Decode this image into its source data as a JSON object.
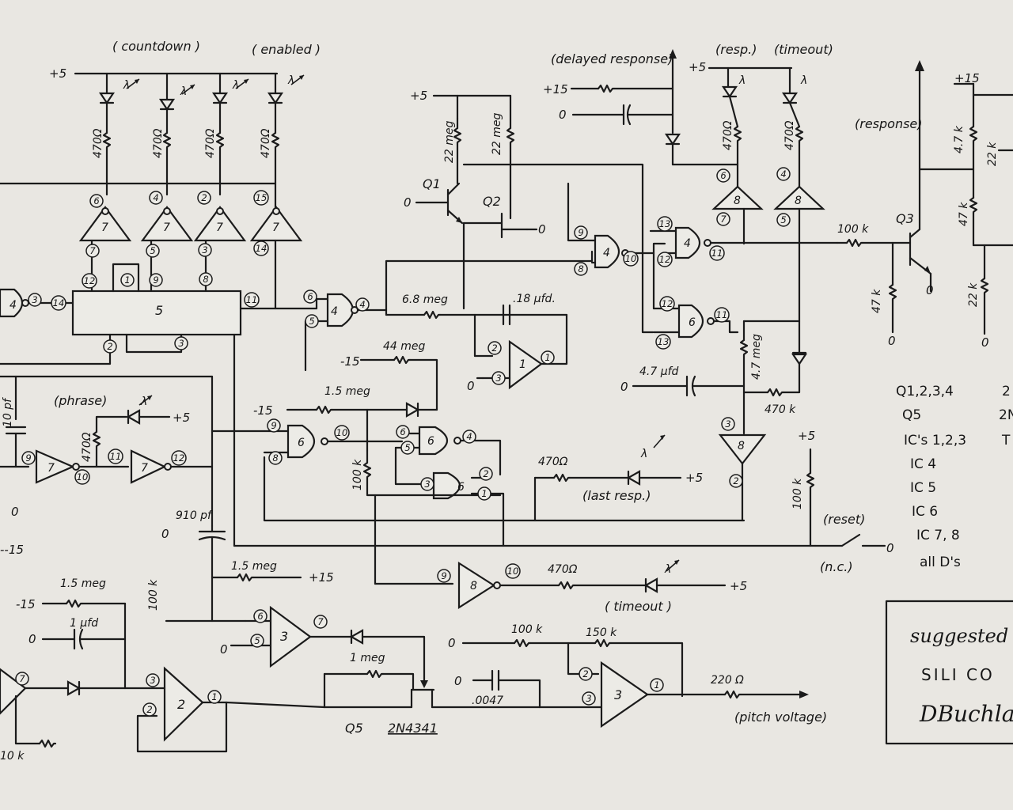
{
  "title_block": {
    "line1": "suggested",
    "line2": "SILI CO",
    "signature": "DBuchla"
  },
  "section_labels": {
    "countdown": "( countdown )",
    "enabled": "( enabled )",
    "phrase": "(phrase)",
    "delayed_response": "(delayed response)",
    "resp": "(resp.)",
    "timeout_top": "(timeout)",
    "response": "(response)",
    "last_resp": "(last resp.)",
    "timeout_bottom": "( timeout )",
    "reset": "(reset)",
    "normally_closed": "(n.c.)",
    "pitch_voltage": "(pitch voltage)"
  },
  "rails": {
    "p5": "+5",
    "p15": "+15",
    "m15": "-15",
    "dash15": "--15",
    "zero": "0"
  },
  "components": {
    "r470": "470Ω",
    "r22meg": "22 meg",
    "r6_8meg": "6.8 meg",
    "c18": ".18 μfd.",
    "r44meg": "44 meg",
    "r1_5meg": "1.5 meg",
    "r100k": "100 k",
    "c4_7": "4.7 μfd",
    "r4_7meg": "4.7 meg",
    "r470k": "470 k",
    "r4_7k": "4.7 k",
    "r22k": "22 k",
    "r47k": "47 k",
    "r100k_q3": "100 k",
    "c10p": "10 pf",
    "c910": "910 pf",
    "c1uf": "1 μfd",
    "r1meg": "1 meg",
    "r150k": "150 k",
    "c0047": ".0047",
    "r220": "220 Ω",
    "r10k": "10 k",
    "q1": "Q1",
    "q2": "Q2",
    "q3": "Q3",
    "q5": "Q5",
    "q5_part": "2N4341"
  },
  "ic_numbers": {
    "u5": "5",
    "inv7": "7",
    "nand4": "4",
    "op1": "1",
    "nand6": "6",
    "inv8": "8",
    "op2": "2",
    "op3": "3"
  },
  "pins": {
    "p1": "1",
    "p2": "2",
    "p3": "3",
    "p4": "4",
    "p5": "5",
    "p6": "6",
    "p7": "7",
    "p8": "8",
    "p9": "9",
    "p10": "10",
    "p11": "11",
    "p12": "12",
    "p13": "13",
    "p14": "14",
    "p15": "15"
  },
  "parts_legend": {
    "q1234": "Q1,2,3,4",
    "q5": "Q5",
    "ics123": "IC's 1,2,3",
    "ic4": "IC 4",
    "ic5": "IC 5",
    "ic6": "IC 6",
    "ic78": "IC 7, 8",
    "all_ds": "all D's",
    "frag_r": "2",
    "frag_2n": "2N",
    "frag_t": "T"
  },
  "led_symbol": "λ"
}
